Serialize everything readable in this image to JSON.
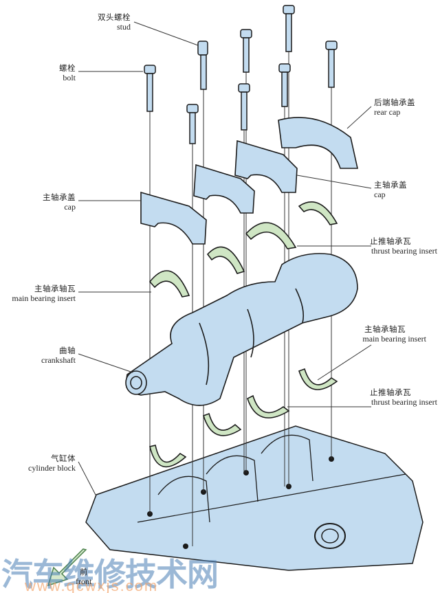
{
  "diagram": {
    "title": "Crankshaft and main bearing exploded view",
    "colors": {
      "metal_fill": "#c3dcf0",
      "bearing_fill": "#cfe6c4",
      "outline": "#1a1a1a",
      "leader_line": "#333333"
    },
    "labels": {
      "stud": {
        "zh": "双头螺栓",
        "en": "stud"
      },
      "bolt": {
        "zh": "螺栓",
        "en": "bolt"
      },
      "rear_cap": {
        "zh": "后端轴承盖",
        "en": "rear cap"
      },
      "cap_left": {
        "zh": "主轴承盖",
        "en": "cap"
      },
      "cap_right": {
        "zh": "主轴承盖",
        "en": "cap"
      },
      "thrust_upper": {
        "zh": "止推轴承瓦",
        "en": "thrust bearing insert"
      },
      "main_bearing_left": {
        "zh": "主轴承轴瓦",
        "en": "main bearing insert"
      },
      "main_bearing_right": {
        "zh": "主轴承轴瓦",
        "en": "main bearing insert"
      },
      "crankshaft": {
        "zh": "曲轴",
        "en": "crankshaft"
      },
      "thrust_lower": {
        "zh": "止推轴承瓦",
        "en": "thrust bearing insert"
      },
      "cylinder_block": {
        "zh": "气缸体",
        "en": "cylinder block"
      }
    },
    "direction": {
      "zh": "前",
      "en": "front",
      "icon": "arrow-down-left-icon"
    },
    "watermark": {
      "zh": "汽车维修技术网",
      "en": "www.qcwxjs.com"
    }
  }
}
